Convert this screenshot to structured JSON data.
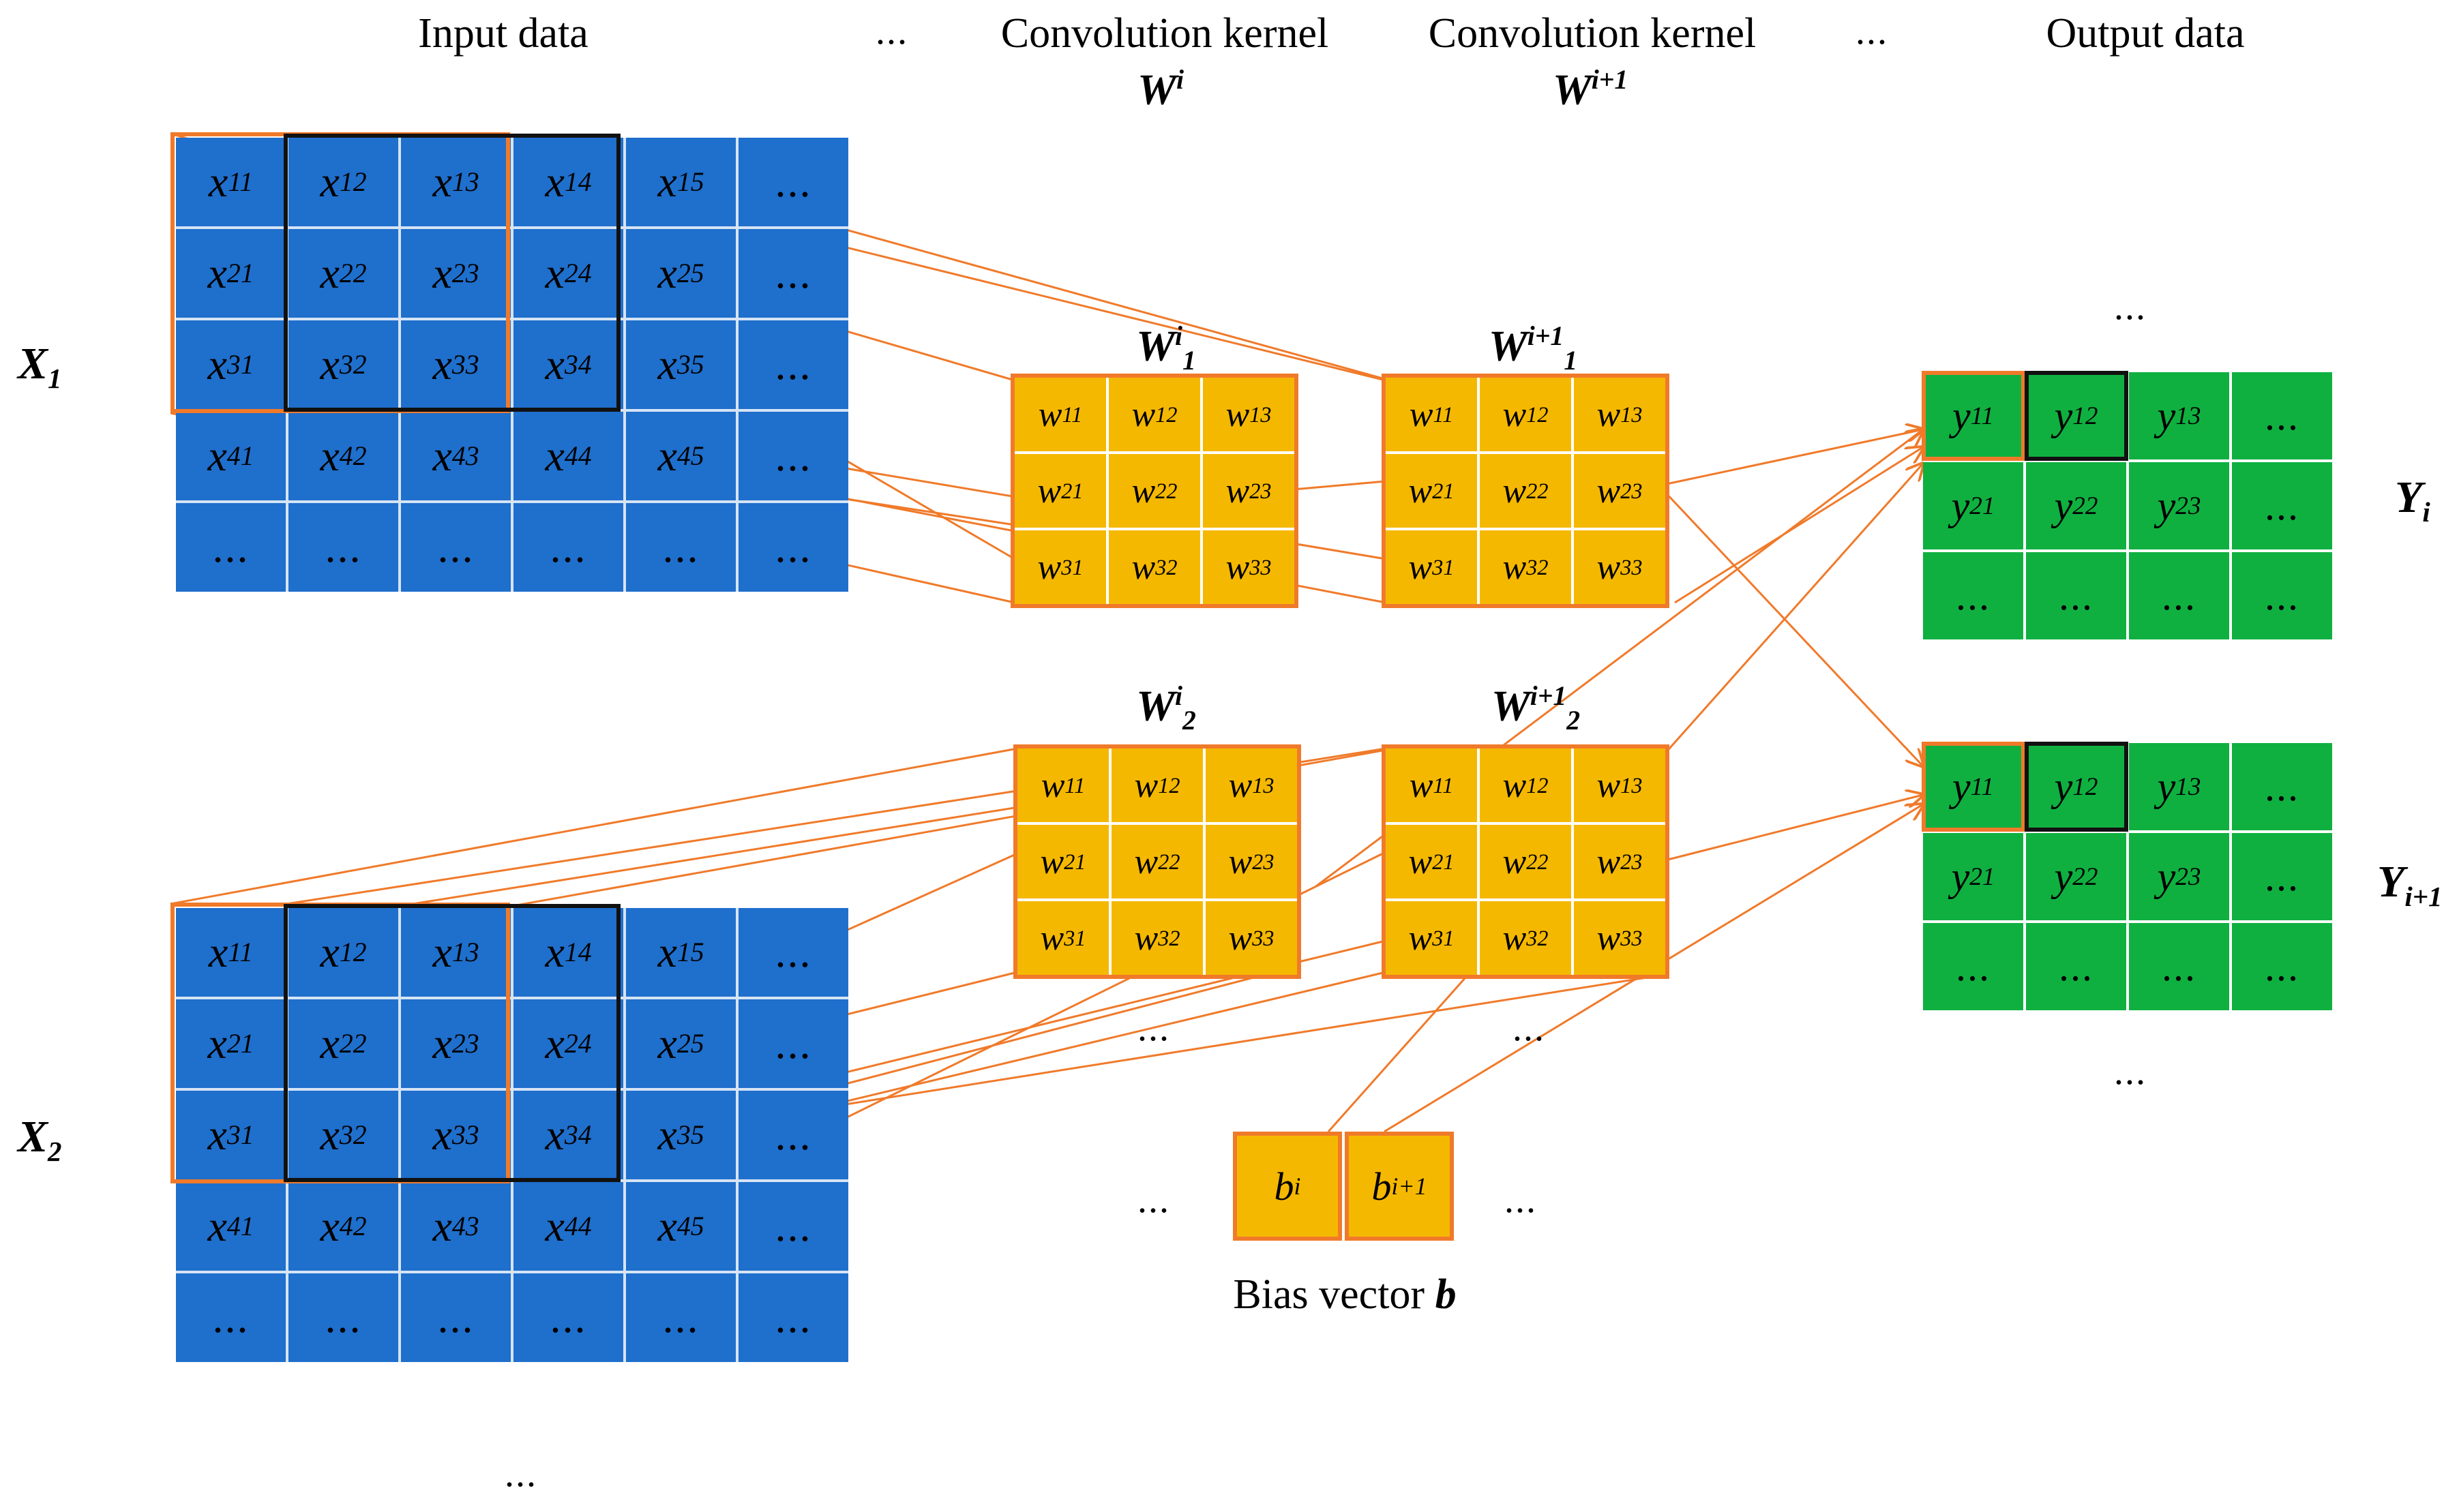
{
  "headers": {
    "input": "Input data",
    "kernel_i": "Convolution kernel",
    "kernel_i1": "Convolution kernel",
    "output": "Output data",
    "ellipsis": "..."
  },
  "kernel_symbols": {
    "W": "W",
    "sup_i": "i",
    "sup_i1": "i+1"
  },
  "inputs": [
    {
      "label": "X",
      "sub": "1",
      "rows": [
        [
          "x11",
          "x12",
          "x13",
          "x14",
          "x15",
          "..."
        ],
        [
          "x21",
          "x22",
          "x23",
          "x24",
          "x25",
          "..."
        ],
        [
          "x31",
          "x32",
          "x33",
          "x34",
          "x35",
          "..."
        ],
        [
          "x41",
          "x42",
          "x43",
          "x44",
          "x45",
          "..."
        ],
        [
          "...",
          "...",
          "...",
          "...",
          "...",
          "..."
        ]
      ]
    },
    {
      "label": "X",
      "sub": "2",
      "rows": [
        [
          "x11",
          "x12",
          "x13",
          "x14",
          "x15",
          "..."
        ],
        [
          "x21",
          "x22",
          "x23",
          "x24",
          "x25",
          "..."
        ],
        [
          "x31",
          "x32",
          "x33",
          "x34",
          "x35",
          "..."
        ],
        [
          "x41",
          "x42",
          "x43",
          "x44",
          "x45",
          "..."
        ],
        [
          "...",
          "...",
          "...",
          "...",
          "...",
          "..."
        ]
      ]
    }
  ],
  "kernels": [
    {
      "W": "W",
      "sub": "1",
      "sup": "i"
    },
    {
      "W": "W",
      "sub": "1",
      "sup": "i+1"
    },
    {
      "W": "W",
      "sub": "2",
      "sup": "i"
    },
    {
      "W": "W",
      "sub": "2",
      "sup": "i+1"
    }
  ],
  "kernel_cells": [
    [
      "w11",
      "w12",
      "w13"
    ],
    [
      "w21",
      "w22",
      "w23"
    ],
    [
      "w31",
      "w32",
      "w33"
    ]
  ],
  "outputs": [
    {
      "label": "Y",
      "sub": "i"
    },
    {
      "label": "Y",
      "sub": "i+1"
    }
  ],
  "output_cells": [
    [
      "y11",
      "y12",
      "y13",
      "..."
    ],
    [
      "y21",
      "y22",
      "y23",
      "..."
    ],
    [
      "...",
      "...",
      "...",
      "..."
    ]
  ],
  "bias": {
    "label": "Bias vector",
    "symbol": "b",
    "cells": [
      {
        "base": "b",
        "sup": "i"
      },
      {
        "base": "b",
        "sup": "i+1"
      }
    ]
  },
  "colors": {
    "input": "#1f6fcc",
    "kernel": "#f5b800",
    "output": "#0fb040",
    "connector": "#f07a2a",
    "window": "#111111"
  }
}
